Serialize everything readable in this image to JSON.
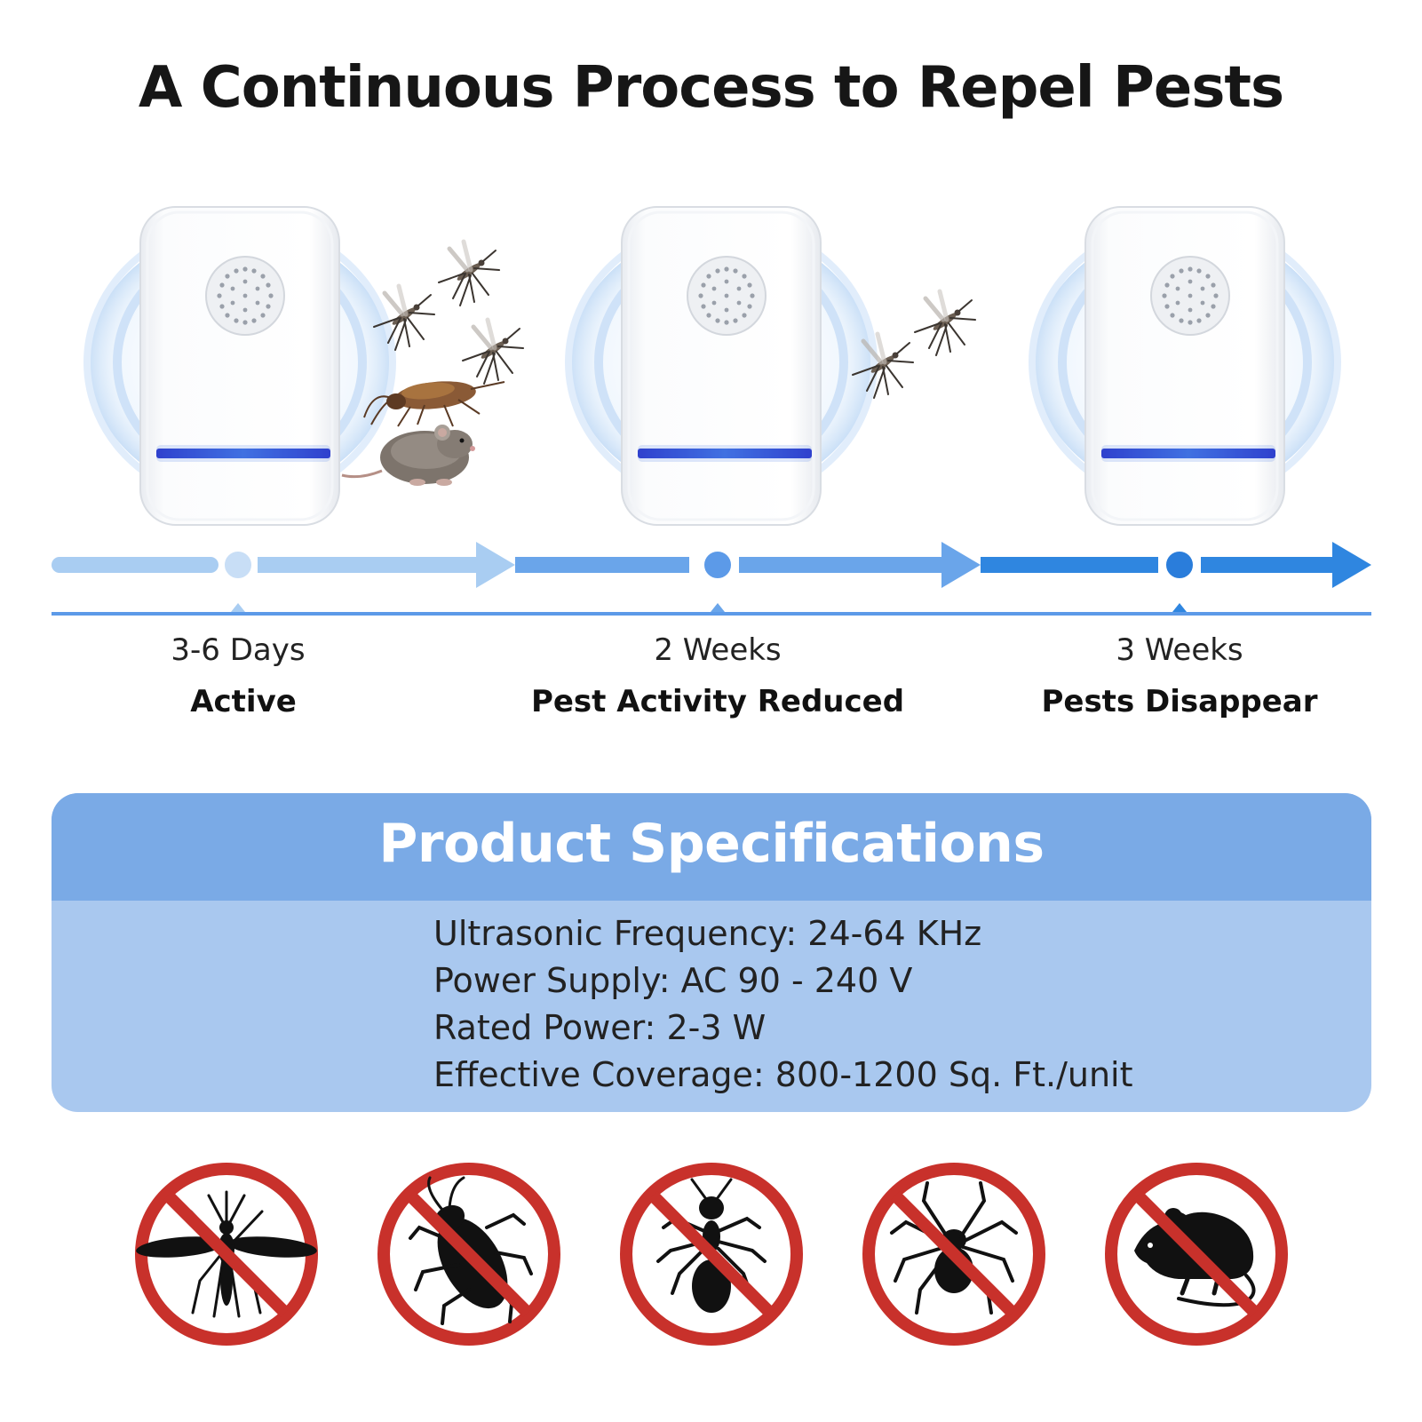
{
  "title": "A Continuous Process to Repel Pests",
  "stages": [
    {
      "time": "3-6 Days",
      "status": "Active"
    },
    {
      "time": "2 Weeks",
      "status": "Pest Activity Reduced"
    },
    {
      "time": "3 Weeks",
      "status": "Pests Disappear"
    }
  ],
  "specs": {
    "title": "Product Specifications",
    "items": [
      "Ultrasonic Frequency: 24-64 KHz",
      "Power Supply: AC 90 - 240 V",
      "Rated Power: 2-3 W",
      "Effective Coverage: 800-1200 Sq. Ft./unit"
    ]
  },
  "prohibited_icons": [
    "mosquito-icon",
    "cockroach-icon",
    "ant-icon",
    "spider-icon",
    "mouse-icon"
  ],
  "colors": {
    "led_blue": "#2f3fd6",
    "timeline_light": "#a9cdf2",
    "timeline_mid": "#6aa5ea",
    "timeline_dark": "#2f86e0",
    "spec_header": "#7aaae6",
    "spec_body": "#a9c8ef",
    "prohibit_red": "#c8312b"
  }
}
